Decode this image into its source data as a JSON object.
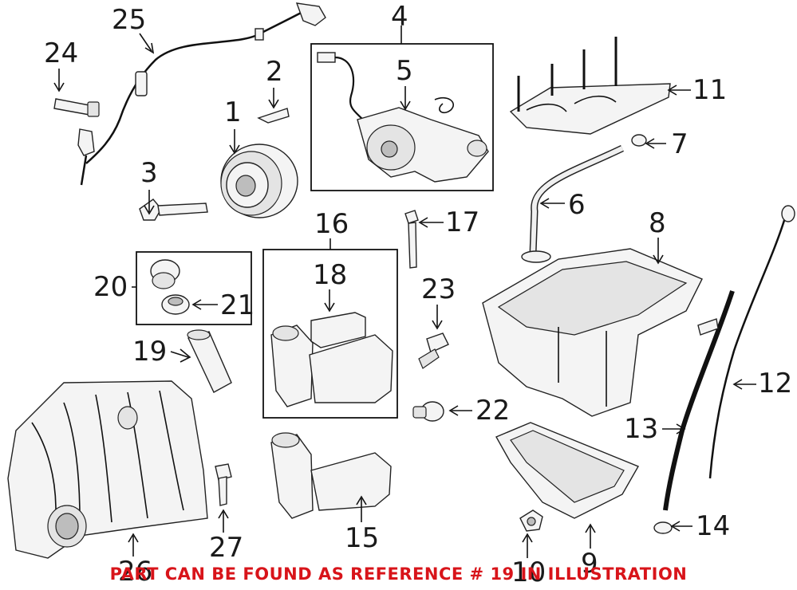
{
  "callouts": [
    {
      "id": "1",
      "text": "1"
    },
    {
      "id": "2",
      "text": "2"
    },
    {
      "id": "3",
      "text": "3"
    },
    {
      "id": "4",
      "text": "4"
    },
    {
      "id": "5",
      "text": "5"
    },
    {
      "id": "6",
      "text": "6"
    },
    {
      "id": "7",
      "text": "7"
    },
    {
      "id": "8",
      "text": "8"
    },
    {
      "id": "9",
      "text": "9"
    },
    {
      "id": "10",
      "text": "10"
    },
    {
      "id": "11",
      "text": "11"
    },
    {
      "id": "12",
      "text": "12"
    },
    {
      "id": "13",
      "text": "13"
    },
    {
      "id": "14",
      "text": "14"
    },
    {
      "id": "15",
      "text": "15"
    },
    {
      "id": "16",
      "text": "16"
    },
    {
      "id": "17",
      "text": "17"
    },
    {
      "id": "18",
      "text": "18"
    },
    {
      "id": "19",
      "text": "19"
    },
    {
      "id": "20",
      "text": "20"
    },
    {
      "id": "21",
      "text": "21"
    },
    {
      "id": "22",
      "text": "22"
    },
    {
      "id": "23",
      "text": "23"
    },
    {
      "id": "24",
      "text": "24"
    },
    {
      "id": "25",
      "text": "25"
    },
    {
      "id": "26",
      "text": "26"
    },
    {
      "id": "27",
      "text": "27"
    }
  ],
  "footer_note": "PART CAN BE FOUND AS REFERENCE # 19 IN ILLUSTRATION",
  "colors": {
    "footer": "#d8141a",
    "ink": "#111111",
    "background": "#ffffff"
  }
}
